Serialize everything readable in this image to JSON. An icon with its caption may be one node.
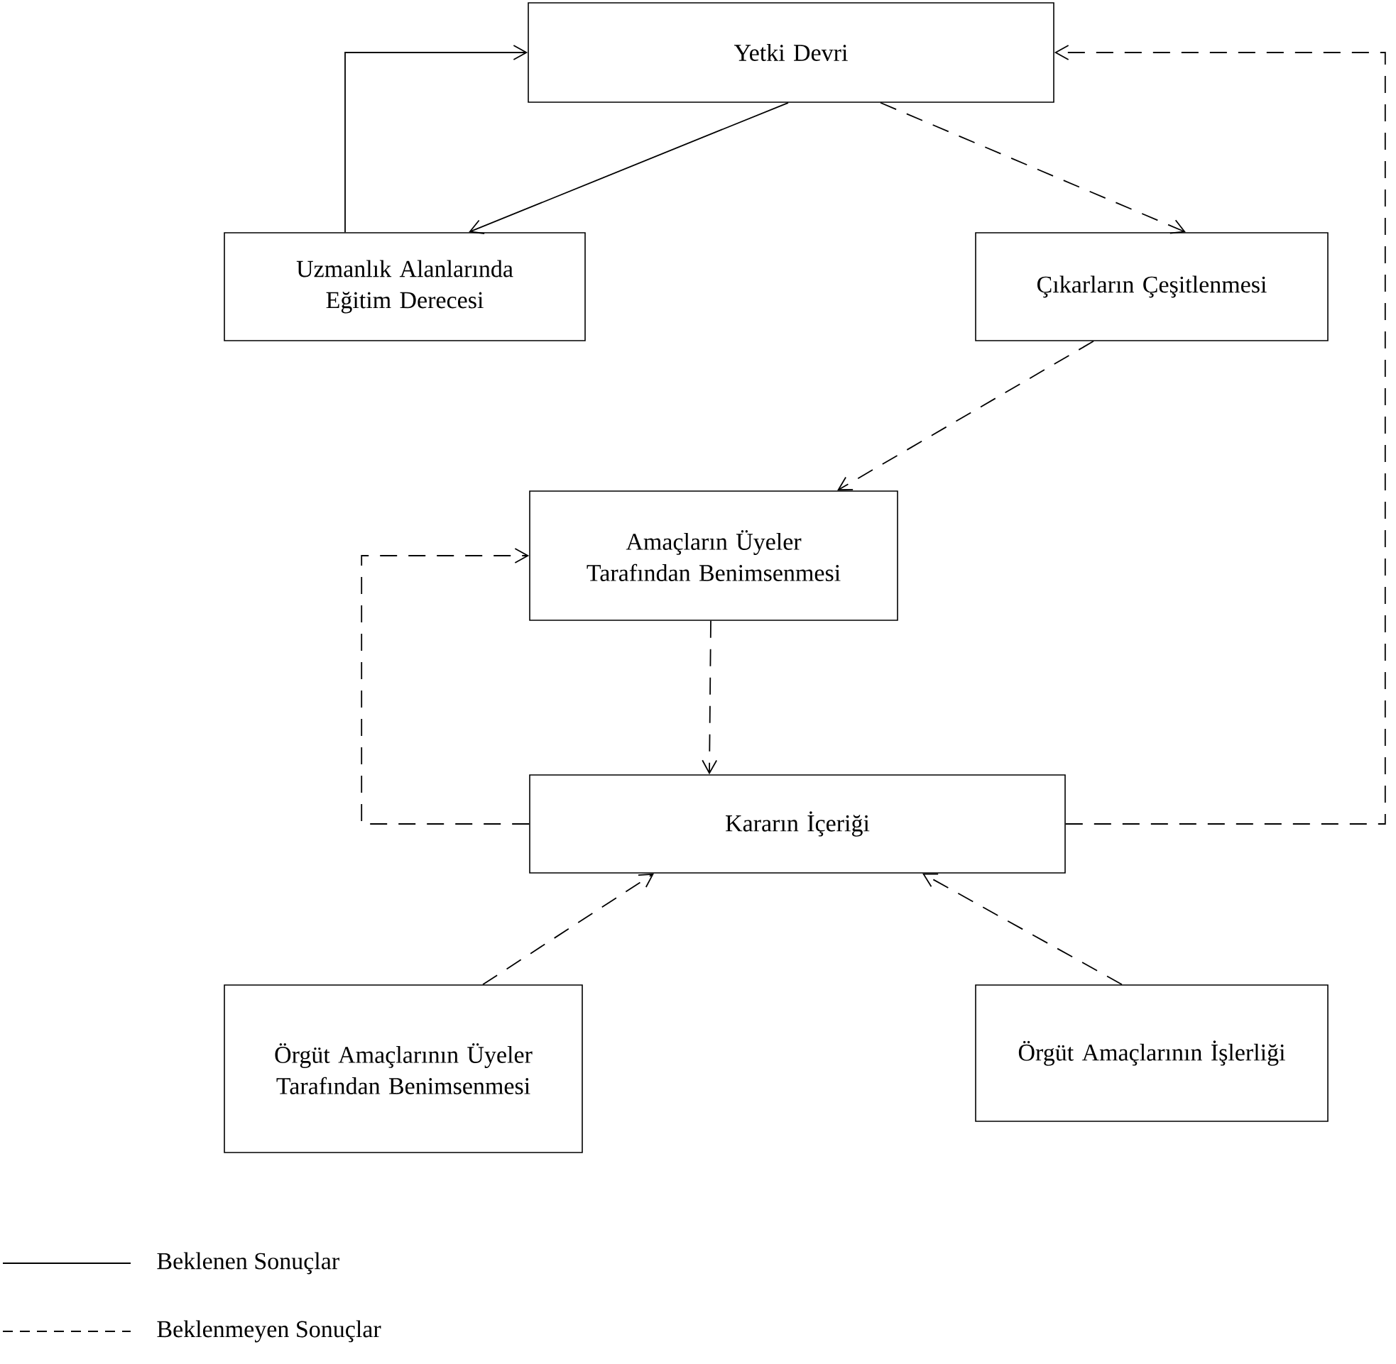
{
  "diagram": {
    "nodes": [
      {
        "text": [
          "Yetki Devri"
        ]
      },
      {
        "text": [
          "Uzmanlık Alanlarında Eğitim Derecesi"
        ]
      },
      {
        "text": [
          "Çıkarların Çeşitlenmesi"
        ]
      },
      {
        "text": [
          "Amaçların Üyeler Tarafından Benimsenmesi"
        ]
      },
      {
        "text": [
          "Kararın İçeriği"
        ]
      },
      {
        "text": [
          "Örgüt Amaçlarının Üyeler Tarafından Benimsenmesi"
        ]
      },
      {
        "text": [
          "Örgüt Amaçlarının İşlerliği"
        ]
      }
    ],
    "edges": [
      {
        "from": 1,
        "to": 0,
        "arrow": "to"
      },
      {
        "from": 0,
        "to": 1,
        "arrow": "to"
      },
      {
        "from": 0,
        "to": 2,
        "arrow": "to",
        "style": "dashed"
      },
      {
        "from": 2,
        "to": 3,
        "arrow": "to",
        "style": "dashed"
      },
      {
        "from": 3,
        "to": 4,
        "arrow": "to",
        "style": "dashed"
      },
      {
        "from": 4,
        "to": 3,
        "arrow": "to",
        "style": "dashed"
      },
      {
        "from": 4,
        "to": 0,
        "arrow": "to",
        "style": "dashed"
      },
      {
        "from": 5,
        "to": 4,
        "arrow": "to",
        "style": "dashed"
      },
      {
        "from": 6,
        "to": 4,
        "arrow": "to",
        "style": "dashed"
      }
    ],
    "legend": [
      {
        "text": "Beklenen Sonuçlar"
      },
      {
        "text": "Beklenmeyen Sonuçlar"
      }
    ]
  }
}
